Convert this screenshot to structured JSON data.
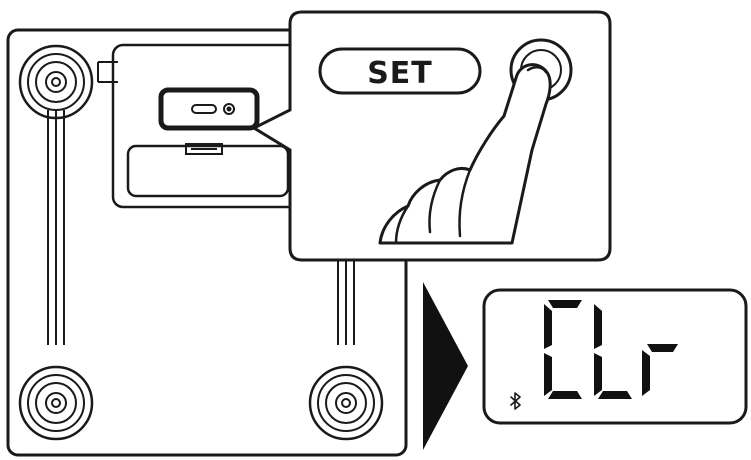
{
  "set_button": {
    "label": "SET"
  },
  "display": {
    "segments": "CLr",
    "bluetooth_icon": "bluetooth-icon"
  },
  "icons": {
    "arrow": "right-pointer-triangle",
    "finger": "pressing-finger"
  },
  "colors": {
    "line": "#1a1a1a",
    "background": "#ffffff"
  }
}
